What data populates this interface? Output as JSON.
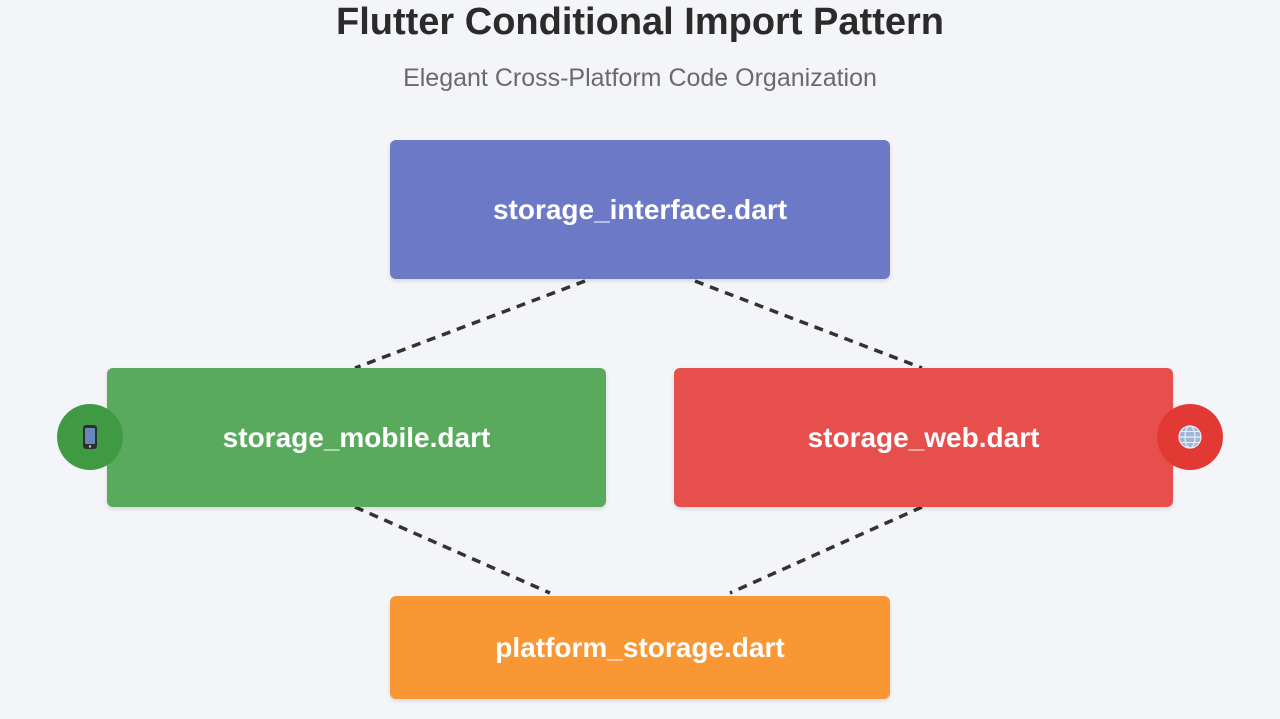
{
  "header": {
    "title": "Flutter Conditional Import Pattern",
    "subtitle": "Elegant Cross-Platform Code Organization"
  },
  "nodes": {
    "interface": {
      "label": "storage_interface.dart",
      "color": "#6b79c7"
    },
    "mobile": {
      "label": "storage_mobile.dart",
      "color": "#5aaa5d",
      "icon": "mobile-phone-icon",
      "badge_color": "#3f9a43"
    },
    "web": {
      "label": "storage_web.dart",
      "color": "#e64f4b",
      "icon": "globe-icon",
      "badge_color": "#e23935"
    },
    "platform": {
      "label": "platform_storage.dart",
      "color": "#f89733"
    }
  },
  "connectors": {
    "style": "dashed",
    "color": "#333333"
  }
}
